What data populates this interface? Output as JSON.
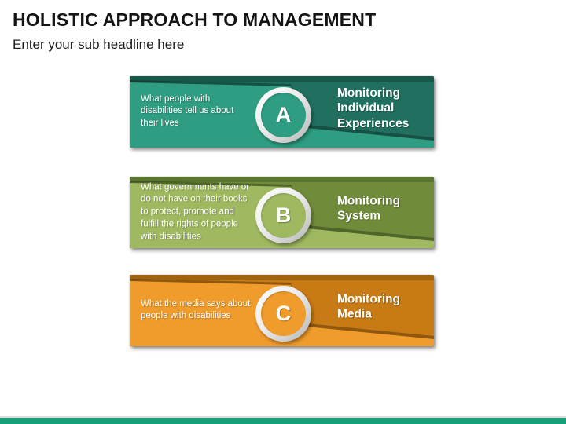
{
  "slide": {
    "title": "HOLISTIC APPROACH TO MANAGEMENT",
    "subtitle": "Enter your sub headline here"
  },
  "banners": [
    {
      "letter": "A",
      "description": "What people with\ndisabilities tell us about\ntheir lives",
      "heading": "Monitoring\nIndividual\nExperiences",
      "colors": {
        "dark": "#21705F",
        "darker": "#175949",
        "light": "#2E9D81"
      }
    },
    {
      "letter": "B",
      "description": "What governments have or\ndo not have on their books\nto protect, promote and\nfulfill the rights of people\nwith disabilities",
      "heading": "Monitoring\nSystem",
      "colors": {
        "dark": "#708C3A",
        "darker": "#5A7530",
        "light": "#9EB95F"
      }
    },
    {
      "letter": "C",
      "description": "What the media says about\npeople with disabilities",
      "heading": "Monitoring\nMedia",
      "colors": {
        "dark": "#C87A14",
        "darker": "#A2630F",
        "light": "#F09C2C"
      }
    }
  ],
  "footer": {
    "accent_bar_color": "#17A077"
  }
}
